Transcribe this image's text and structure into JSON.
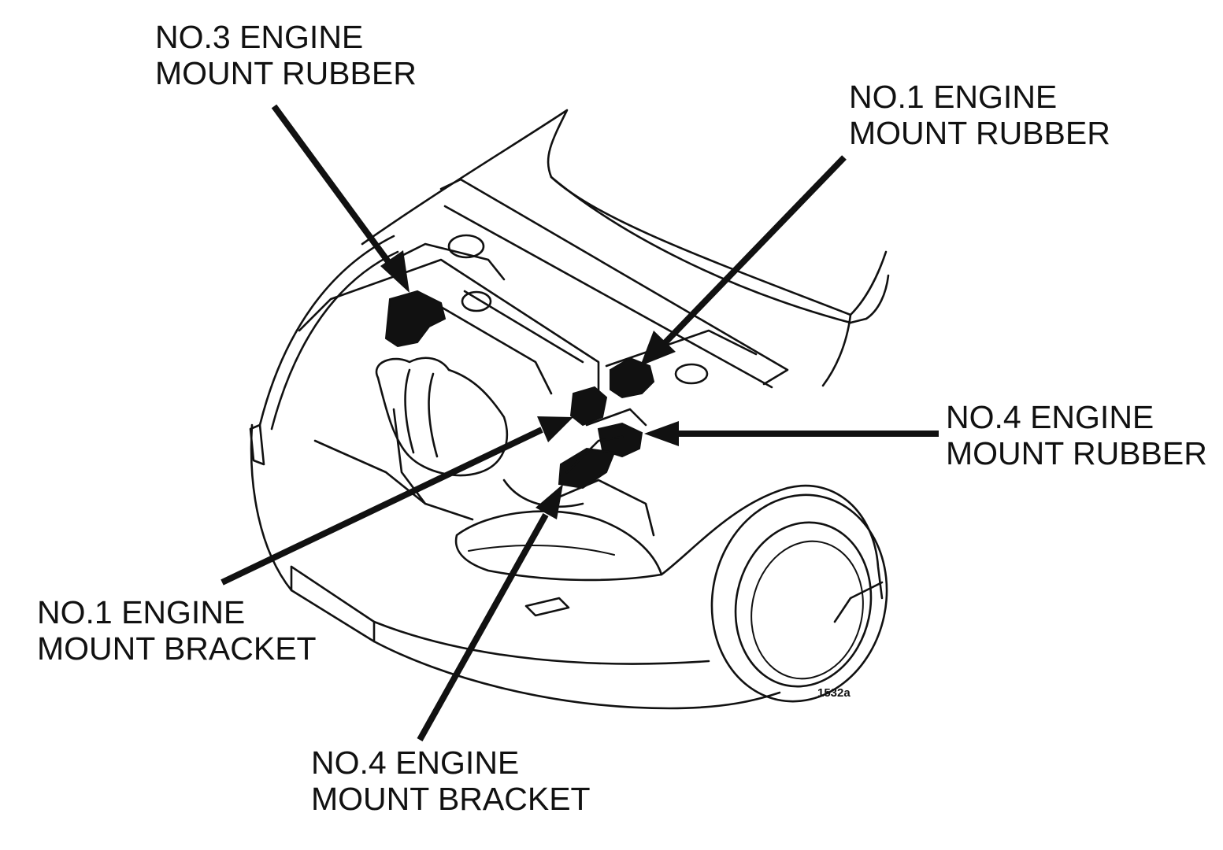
{
  "figure": {
    "id_label": "1532a",
    "subject": "Car front with hood open showing engine mount locations",
    "ink_color": "#111111",
    "background_color": "#ffffff"
  },
  "callouts": [
    {
      "key": "no3_rubber",
      "line1": "NO.3 ENGINE",
      "line2": "MOUNT RUBBER"
    },
    {
      "key": "no1_rubber",
      "line1": "NO.1 ENGINE",
      "line2": "MOUNT RUBBER"
    },
    {
      "key": "no4_rubber",
      "line1": "NO.4 ENGINE",
      "line2": "MOUNT RUBBER"
    },
    {
      "key": "no1_bracket",
      "line1": "NO.1 ENGINE",
      "line2": "MOUNT BRACKET"
    },
    {
      "key": "no4_bracket",
      "line1": "NO.4 ENGINE",
      "line2": "MOUNT BRACKET"
    }
  ]
}
